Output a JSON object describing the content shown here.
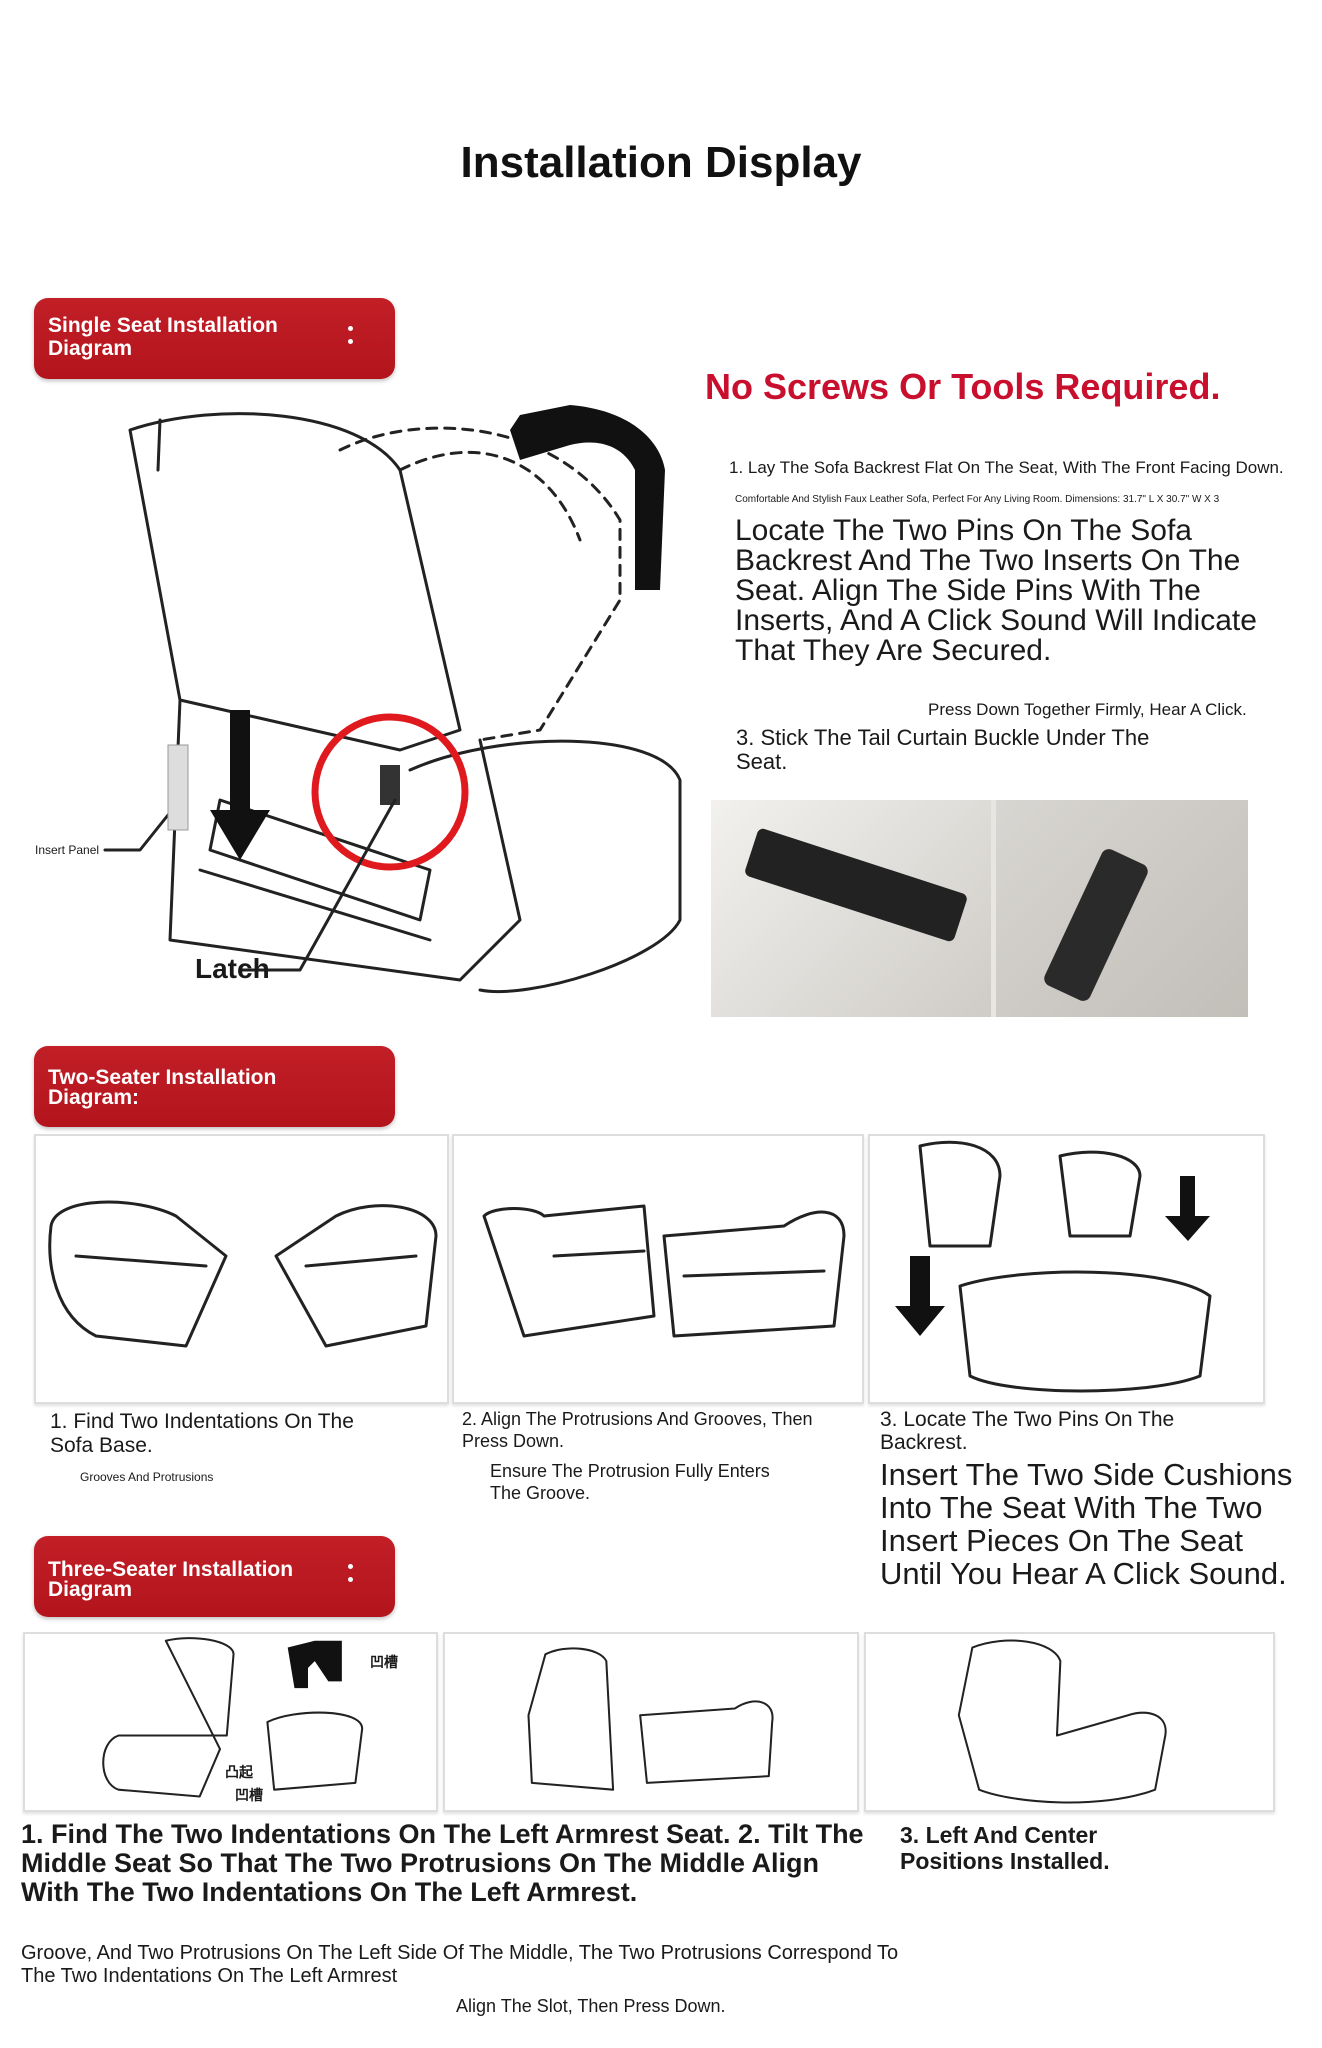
{
  "page_title": "Installation Display",
  "single": {
    "banner": "Single Seat Installation Diagram",
    "headline": "No Screws Or Tools Required.",
    "step1": "1. Lay The Sofa Backrest Flat On The Seat, With The Front Facing Down.",
    "caption_small": "Comfortable And Stylish Faux Leather Sofa, Perfect For Any Living Room. Dimensions: 31.7\" L X 30.7\" W X 3",
    "step2": "Locate The Two Pins On The Sofa Backrest And The Two Inserts On The Seat. Align The Side Pins With The Inserts, And A Click Sound Will Indicate That They Are Secured.",
    "press_note": "Press Down Together Firmly, Hear A Click.",
    "step3": "3. Stick The Tail Curtain Buckle Under The Seat.",
    "label_insert_panel": "Insert Panel",
    "label_latch": "Latch"
  },
  "two_seater": {
    "banner": "Two-Seater Installation Diagram:",
    "step1": "1. Find Two Indentations On The Sofa Base.",
    "step1_note": "Grooves And Protrusions",
    "step2": "2. Align The Protrusions And Grooves, Then Press Down.",
    "step2_note": "Ensure The Protrusion Fully Enters The Groove.",
    "step3": "3. Locate The Two Pins On The Backrest.",
    "step3_note": "Insert The Two Side Cushions Into The Seat With The Two Insert Pieces On The Seat Until You Hear A Click Sound."
  },
  "three_seater": {
    "banner": "Three-Seater Installation Diagram",
    "label_groove": "凹槽",
    "label_protrusion": "凸起",
    "step12": "1. Find The Two Indentations On The Left Armrest Seat. 2. Tilt The Middle Seat So That The Two Protrusions On The Middle Align With The Two Indentations On The Left Armrest.",
    "overlap_note": "Groove, And Two Protrusions On The Left Side Of The Middle, The Two Protrusions Correspond To The Two Indentations On The Left Armrest",
    "slot_note": "Align The Slot, Then Press Down.",
    "step3": "3. Left And Center Positions Installed."
  },
  "colors": {
    "accent_red": "#c8102e",
    "banner_red": "#b8181f"
  }
}
